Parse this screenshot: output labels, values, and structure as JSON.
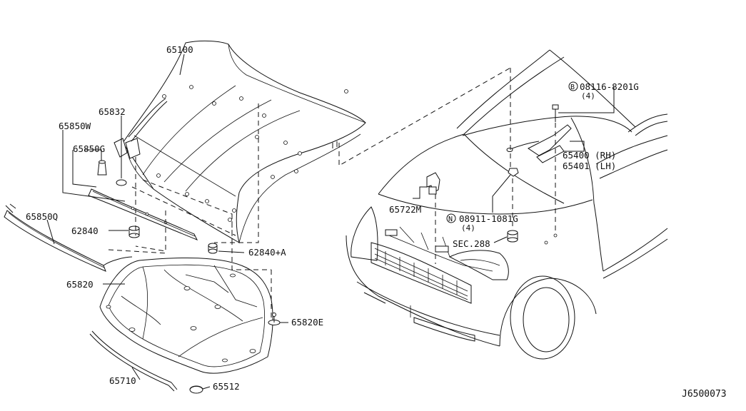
{
  "diagram": {
    "code": "J6500073",
    "parts": {
      "p65100": "65100",
      "p65832": "65832",
      "p65850w": "65850W",
      "p65850g": "65850G",
      "p65850q": "65850Q",
      "p62840": "62840",
      "p62840a": "62840+A",
      "p65820": "65820",
      "p65820e": "65820E",
      "p65710": "65710",
      "p65512": "65512",
      "p65722m": "65722M",
      "p08911": "08911-1081G",
      "p08911_qty": "(4)",
      "p08116": "08116-8201G",
      "p08116_qty": "(4)",
      "p65400": "65400 (RH)",
      "p65401": "65401 (LH)",
      "sec288": "SEC.288"
    },
    "markers": {
      "bolt": "B",
      "nut": "N"
    }
  }
}
